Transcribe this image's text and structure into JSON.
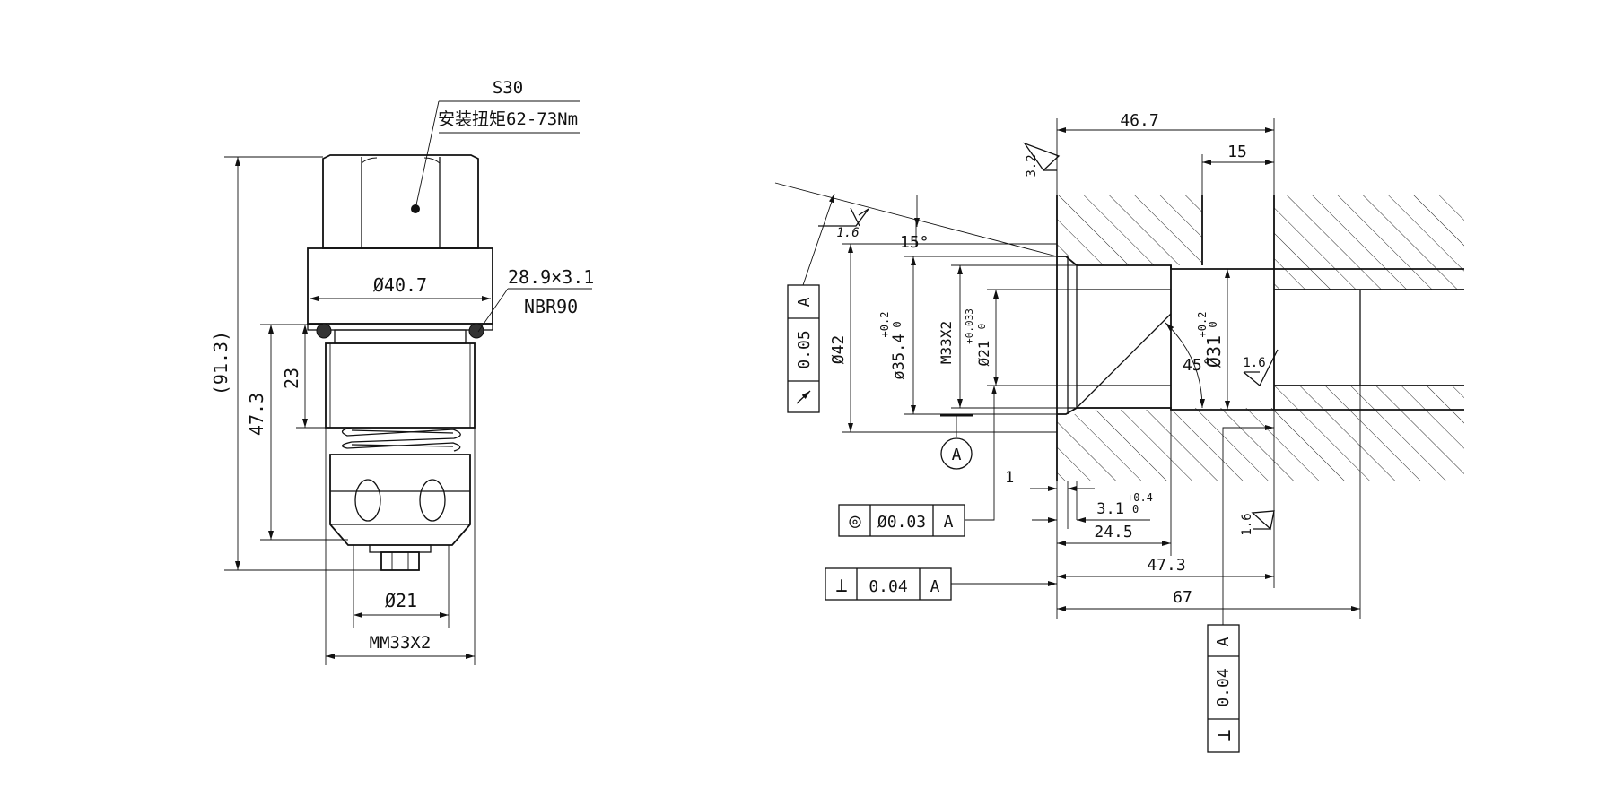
{
  "left_view": {
    "callout_s30": "S30",
    "callout_torque": "安装扭矩62-73Nm",
    "dim_d40_7": "Ø40.7",
    "oring_size": "28.9×3.1",
    "oring_material": "NBR90",
    "dim_91_3": "(91.3)",
    "dim_47_3": "47.3",
    "dim_23": "23",
    "dim_d21": "Ø21",
    "dim_thread": "MM33X2"
  },
  "right_view": {
    "dim_46_7": "46.7",
    "dim_15": "15",
    "rough_3_2": "3.2",
    "rough_1_6_top": "1.6",
    "rough_1_6_mid": "1.6",
    "rough_1_6_low": "1.6",
    "angle_15": "15°",
    "angle_45": "45°",
    "dim_d35_4": "ø35.4",
    "tol_35_4_upper": "+0.2",
    "tol_35_4_lower": "0",
    "dim_m33x2": "M33X2",
    "dim_d21": "Ø21",
    "tol_21_upper": "+0.033",
    "tol_21_lower": "0",
    "dim_d42": "Ø42",
    "dim_d31": "Ø31",
    "tol_31_upper": "+0.2",
    "tol_31_lower": "0",
    "datum_a": "A",
    "dim_1": "1",
    "dim_3_1": "3.1",
    "tol_3_1_upper": "+0.4",
    "tol_3_1_lower": "0",
    "dim_24_5": "24.5",
    "dim_47_3": "47.3",
    "dim_67": "67",
    "fcf_runout": {
      "tolerance": "0.05",
      "datum": "A"
    },
    "fcf_concentricity": {
      "symbol": "◎",
      "tolerance": "Ø0.03",
      "datum": "A"
    },
    "fcf_perp_lower": {
      "symbol": "⊥",
      "tolerance": "0.04",
      "datum": "A"
    },
    "fcf_perp_right": {
      "symbol": "⊥",
      "tolerance": "0.04",
      "datum": "A"
    }
  },
  "colors": {
    "ink": "#111111",
    "background": "#ffffff"
  }
}
